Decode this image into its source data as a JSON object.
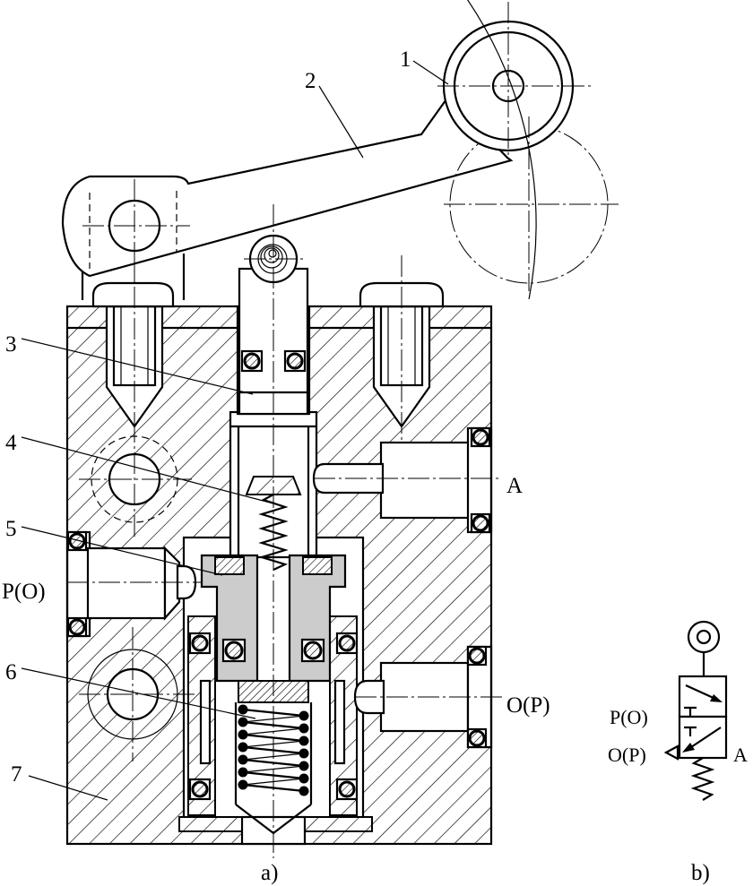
{
  "part_numbers": {
    "roller": "1",
    "lever": "2",
    "plunger": "3",
    "small_spring": "4",
    "spool": "5",
    "large_spring": "6",
    "body": "7"
  },
  "section_ports": {
    "a": "A",
    "p": "P(O)",
    "o": "O(P)"
  },
  "symbol_ports": {
    "p": "P(O)",
    "o": "O(P)",
    "a": "A"
  },
  "captions": {
    "section": "a)",
    "symbol": "b)"
  },
  "colors": {
    "line": "#000000",
    "spool_fill": "#cccccc",
    "background": "#ffffff"
  }
}
